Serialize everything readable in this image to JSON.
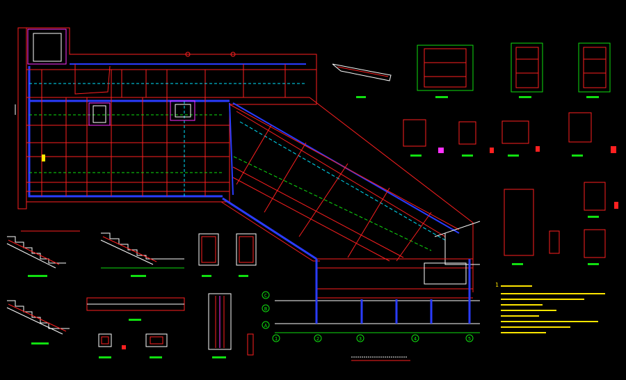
{
  "colors": {
    "background": "#000000",
    "beam_red": "#ff2020",
    "wall_blue": "#2a3cff",
    "cyan": "#00e5ff",
    "green": "#10e010",
    "magenta": "#ff30ff",
    "yellow": "#ffe600",
    "white": "#ffffff"
  },
  "axis_bubbles": {
    "rows": [
      "C",
      "B",
      "A"
    ],
    "columns": [
      "1",
      "2",
      "3",
      "4",
      "5"
    ]
  },
  "notes_marker": "1"
}
